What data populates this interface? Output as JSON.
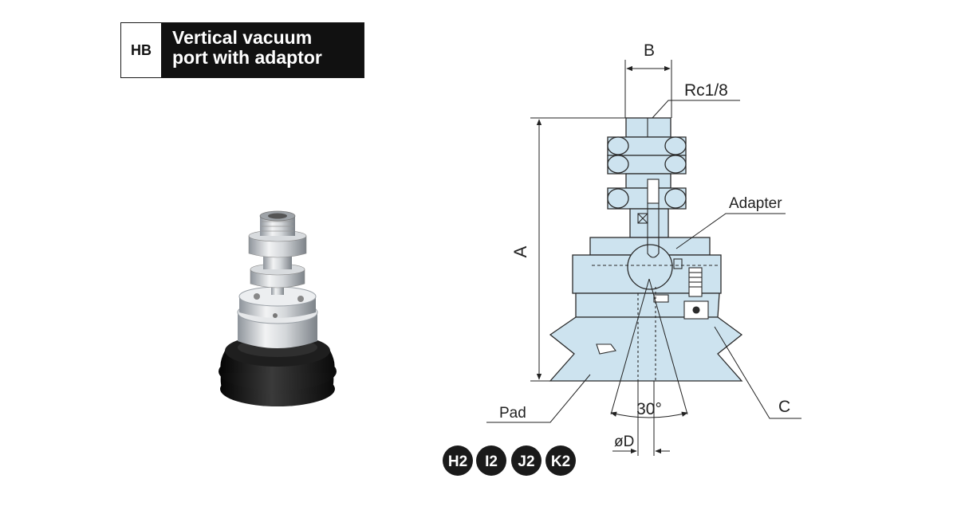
{
  "header": {
    "code": "HB",
    "title_line1": "Vertical vacuum",
    "title_line2": "port with adaptor"
  },
  "diagram": {
    "labels": {
      "b": "B",
      "thread": "Rc1/8",
      "a": "A",
      "adapter": "Adapter",
      "angle": "30°",
      "c": "C",
      "pad": "Pad",
      "diameter": "øD"
    },
    "pad_types": [
      "H2",
      "I2",
      "J2",
      "K2"
    ]
  },
  "colors": {
    "part_fill": "#cde3ef",
    "line": "#2a2a2a",
    "rubber": "#1c1c1c",
    "metal": "#c9ccd0"
  }
}
